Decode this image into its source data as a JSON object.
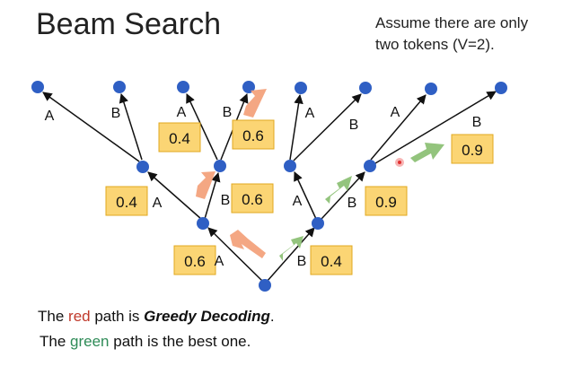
{
  "title": "Beam Search",
  "assumption_line1": "Assume there are only",
  "assumption_line2": "two tokens (V=2).",
  "caption_red": {
    "pre": "The ",
    "color_word": "red",
    "mid": " path is ",
    "emph": "Greedy Decoding",
    "post": "."
  },
  "caption_green": {
    "pre": "The ",
    "color_word": "green",
    "post": " path is the best one."
  },
  "colors": {
    "node": "#2f5fc4",
    "box_fill": "#fbd574",
    "box_border": "#e0a81f",
    "red_arrow": "#f4a783",
    "green_arrow": "#93c47d",
    "edge": "#111111"
  },
  "edge_labels": {
    "root_left": "A",
    "root_right": "B",
    "l1_left": "A",
    "l1_right": "B",
    "r1_left": "A",
    "r1_right": "B",
    "ll_left": "A",
    "ll_right": "B",
    "lr_left": "A",
    "lr_right": "B",
    "rl_left": "A",
    "rl_right": "B",
    "rr_left": "A",
    "rr_right": "B"
  },
  "probabilities": {
    "root_left": "0.6",
    "root_right": "0.4",
    "l1_left": "0.4",
    "l1_right": "0.6",
    "r1_right": "0.9",
    "lr_left": "0.4",
    "lr_right": "0.6",
    "rr_right": "0.9"
  }
}
